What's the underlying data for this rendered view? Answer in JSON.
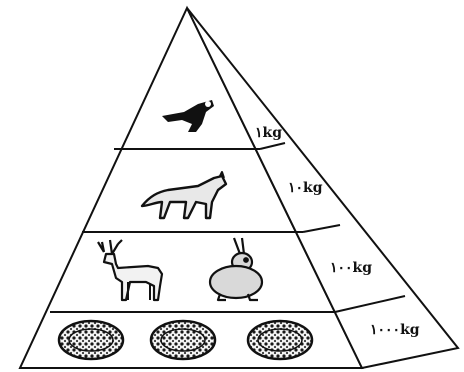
{
  "pyramid": {
    "levels": [
      {
        "name": "top",
        "mass_label": "١kg",
        "organisms": [
          "eagle-icon"
        ]
      },
      {
        "name": "second",
        "mass_label": "١٠kg",
        "organisms": [
          "fox-icon"
        ]
      },
      {
        "name": "third",
        "mass_label": "١٠٠kg",
        "organisms": [
          "deer-icon",
          "rabbit-icon"
        ]
      },
      {
        "name": "base",
        "mass_label": "١٠٠٠kg",
        "organisms": [
          "plant-icon",
          "plant-icon",
          "plant-icon"
        ]
      }
    ]
  }
}
